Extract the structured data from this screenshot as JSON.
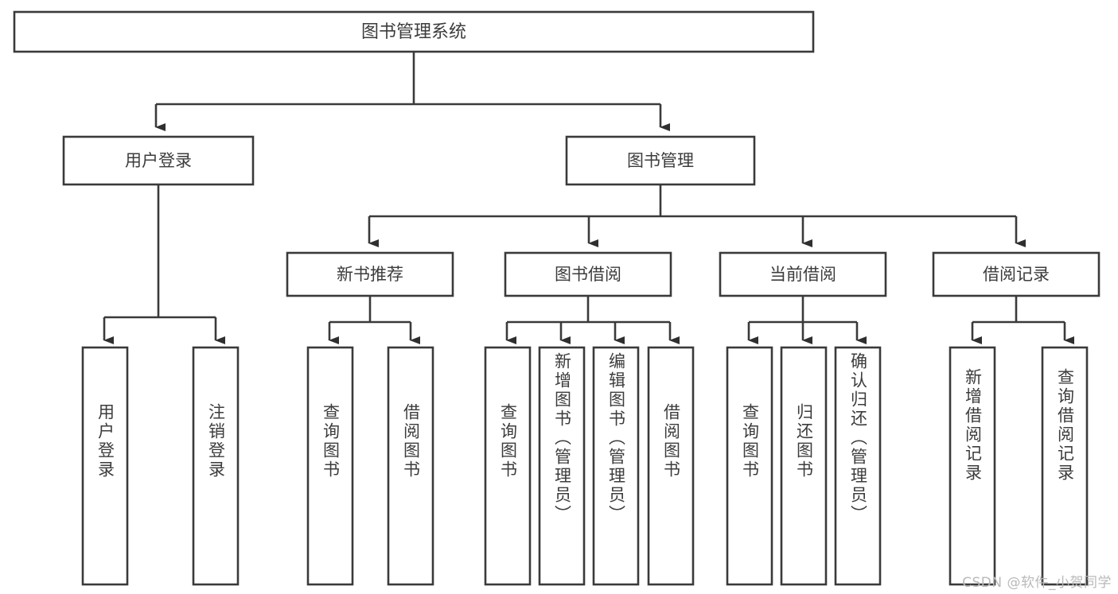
{
  "diagram": {
    "type": "tree",
    "title": "图书管理系统",
    "watermark": "CSDN @软件_小贺同学",
    "colors": {
      "background": "#ffffff",
      "box_fill": "#ffffff",
      "stroke": "#3a3a3a",
      "text": "#3c3c3c",
      "arrow": "#2f2f2f",
      "watermark": "#b9b9b9"
    },
    "root": {
      "label": "图书管理系统",
      "orientation": "horizontal"
    },
    "level1": [
      {
        "label": "用户登录",
        "orientation": "horizontal"
      },
      {
        "label": "图书管理",
        "orientation": "horizontal"
      }
    ],
    "level2": [
      {
        "label": "新书推荐",
        "orientation": "horizontal",
        "parent": "图书管理"
      },
      {
        "label": "图书借阅",
        "orientation": "horizontal",
        "parent": "图书管理"
      },
      {
        "label": "当前借阅",
        "orientation": "horizontal",
        "parent": "图书管理"
      },
      {
        "label": "借阅记录",
        "orientation": "horizontal",
        "parent": "图书管理"
      }
    ],
    "leaves": [
      {
        "label": "用户登录",
        "orientation": "vertical",
        "parent": "用户登录"
      },
      {
        "label": "注销登录",
        "orientation": "vertical",
        "parent": "用户登录"
      },
      {
        "label": "查询图书",
        "orientation": "vertical",
        "parent": "新书推荐"
      },
      {
        "label": "借阅图书",
        "orientation": "vertical",
        "parent": "新书推荐"
      },
      {
        "label": "查询图书",
        "orientation": "vertical",
        "parent": "图书借阅"
      },
      {
        "label": "新增图书（管理员）",
        "orientation": "vertical",
        "parent": "图书借阅"
      },
      {
        "label": "编辑图书（管理员）",
        "orientation": "vertical",
        "parent": "图书借阅"
      },
      {
        "label": "借阅图书",
        "orientation": "vertical",
        "parent": "图书借阅"
      },
      {
        "label": "查询图书",
        "orientation": "vertical",
        "parent": "当前借阅"
      },
      {
        "label": "归还图书",
        "orientation": "vertical",
        "parent": "当前借阅"
      },
      {
        "label": "确认归还（管理员）",
        "orientation": "vertical",
        "parent": "当前借阅"
      },
      {
        "label": "新增借阅记录",
        "orientation": "vertical",
        "parent": "借阅记录"
      },
      {
        "label": "查询借阅记录",
        "orientation": "vertical",
        "parent": "借阅记录"
      }
    ]
  }
}
